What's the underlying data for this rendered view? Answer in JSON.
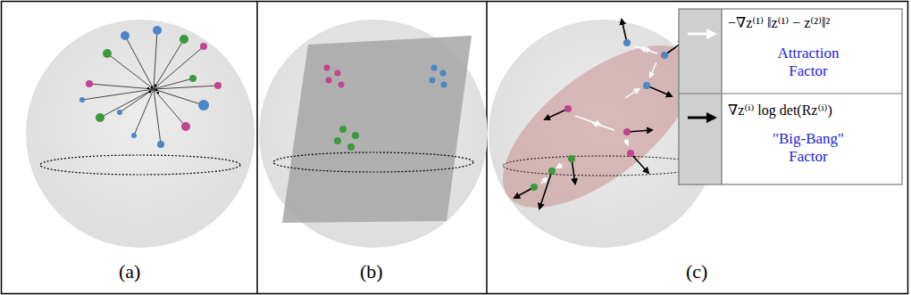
{
  "diagram": {
    "labels": [
      "(a)",
      "(b)",
      "(c)",
      "Attraction Factor",
      "\"Big-Bang\" Factor"
    ],
    "legend": [
      {
        "text": "−∇z⁽¹⁾ ‖z⁽¹⁾ − z⁽²⁾‖²"
      },
      {
        "text": "∇z⁽ⁱ⁾ log det(Rz⁽ⁱ⁾)"
      }
    ]
  }
}
